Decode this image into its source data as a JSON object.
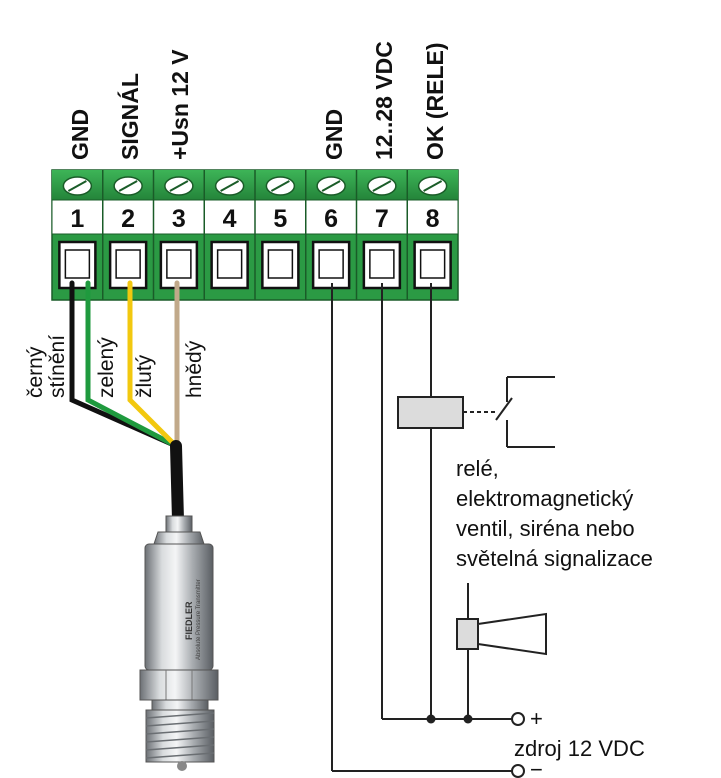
{
  "terminals": [
    {
      "number": "1",
      "label": "GND"
    },
    {
      "number": "2",
      "label": "SIGNÁL"
    },
    {
      "number": "3",
      "label": "+Usn 12 V"
    },
    {
      "number": "4",
      "label": ""
    },
    {
      "number": "5",
      "label": ""
    },
    {
      "number": "6",
      "label": "GND"
    },
    {
      "number": "7",
      "label": "12..28 VDC"
    },
    {
      "number": "8",
      "label": "OK (RELE)"
    }
  ],
  "wire_labels": {
    "black": "černý",
    "shield": "stínění",
    "green": "zelený",
    "yellow": "žlutý",
    "brown": "hnědý"
  },
  "relay_note": [
    "relé,",
    "elektromagnetický",
    "ventil, siréna nebo",
    "světelná signalizace"
  ],
  "supply": {
    "plus": "+",
    "minus": "−",
    "label": "zdroj 12 VDC"
  },
  "sensor": {
    "brand": "FIEDLER",
    "caption": "Absolute Pressure Transmitter"
  },
  "colors": {
    "terminal_green": "#2e9e46",
    "wire_black": "#111111",
    "wire_green": "#1f9a3e",
    "wire_yellow": "#f2c80f",
    "wire_brown": "#c1a98a"
  }
}
